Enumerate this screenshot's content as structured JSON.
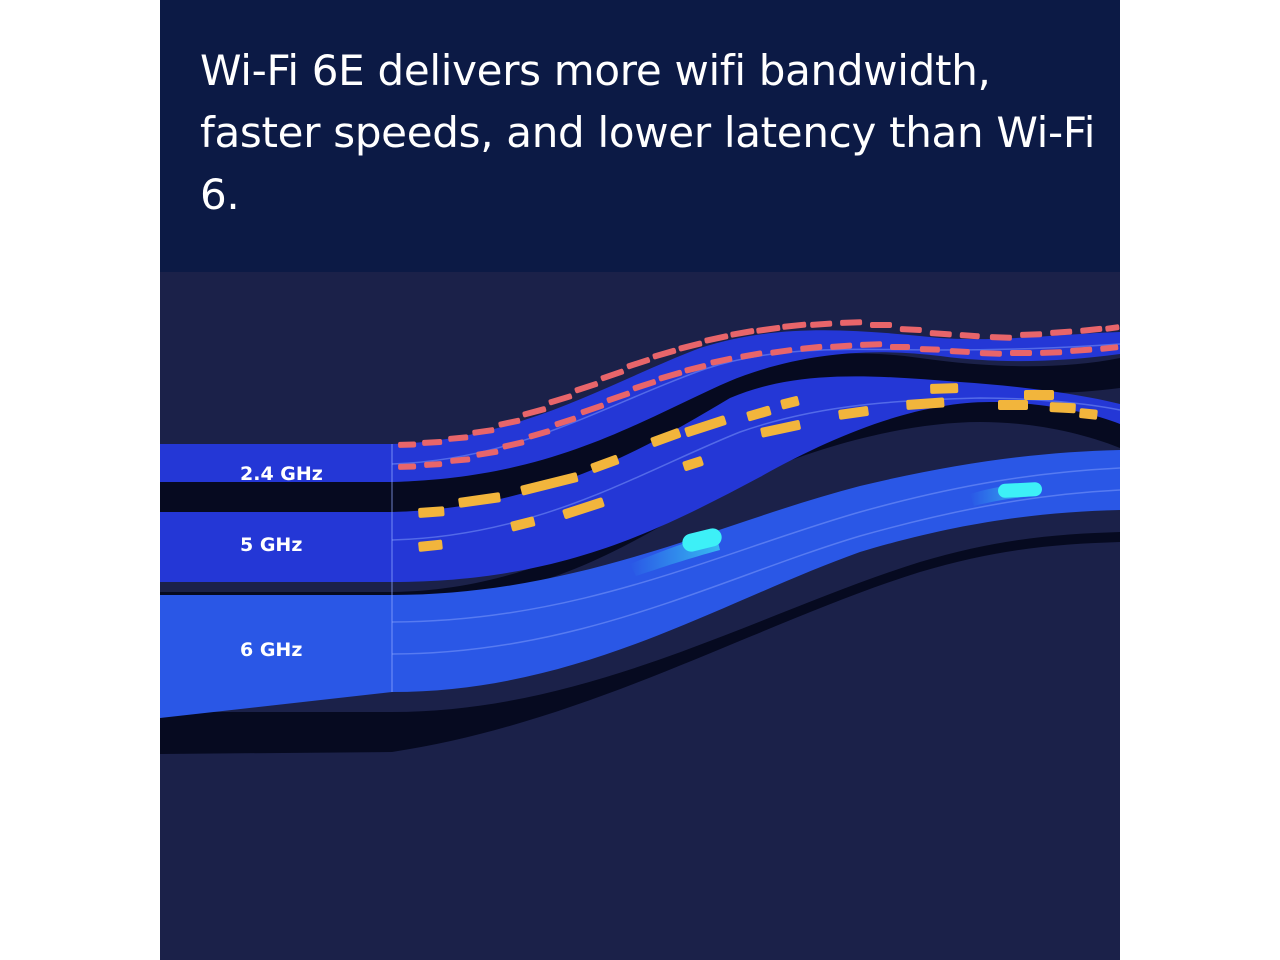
{
  "headline": "Wi-Fi 6E delivers more wifi bandwidth, faster speeds, and lower latency than Wi-Fi 6.",
  "bands": [
    {
      "label": "2.4 GHz",
      "traffic_color": "#e8656a"
    },
    {
      "label": "5 GHz",
      "traffic_color": "#f2b53c"
    },
    {
      "label": "6 GHz",
      "traffic_color": "#3df0f7"
    }
  ],
  "colors": {
    "header_background": "#0c1a45",
    "scene_background": "#1b2149",
    "band_fill": "#2437d6",
    "band_fill_6ghz": "#2a57e6",
    "band_shadow": "#060a20",
    "lane_line": "#8fa8ff"
  }
}
